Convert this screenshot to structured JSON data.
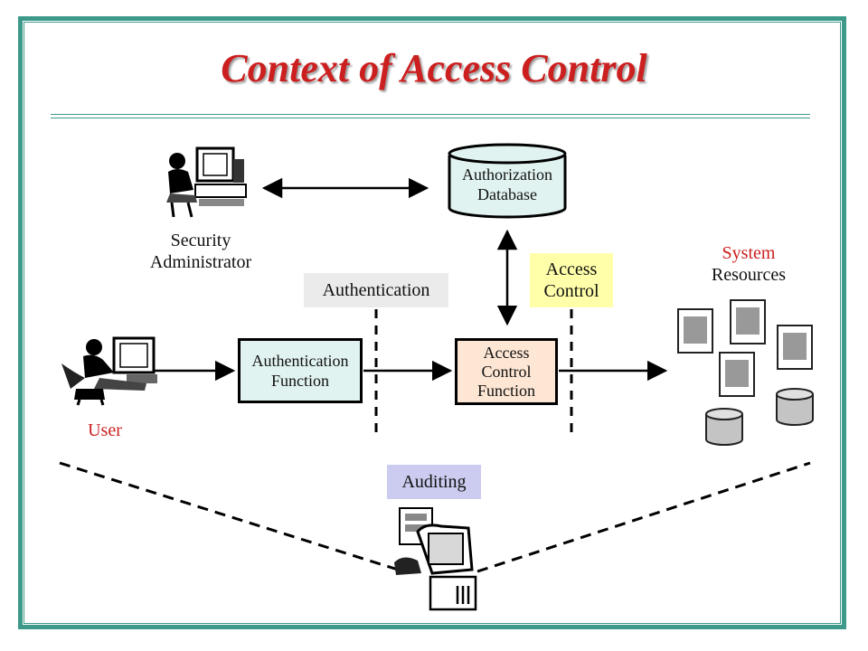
{
  "title": "Context of Access Control",
  "colors": {
    "frame": "#3d9a8b",
    "title": "#cc1f1f",
    "user_label": "#cc1f1f",
    "auth_function_fill": "#e1f3f1",
    "acf_fill": "#fde6d4",
    "access_control_tag": "#ffffaa",
    "authentication_tag": "#ebebeb",
    "auditing_tag": "#ccccf0"
  },
  "nodes": {
    "security_admin": {
      "line1": "Security",
      "line2": "Administrator",
      "icon": "person-at-computer-icon"
    },
    "authorization_db": {
      "line1": "Authorization",
      "line2": "Database",
      "icon": "database-cylinder-icon"
    },
    "user": {
      "label": "User",
      "icon": "person-at-computer-icon"
    },
    "auth_function": {
      "line1": "Authentication",
      "line2": "Function"
    },
    "acf": {
      "line1": "Access",
      "line2": "Control",
      "line3": "Function"
    },
    "system_resources": {
      "line1": "System",
      "line2": "Resources",
      "icons": [
        "document-icon",
        "disk-cylinder-icon"
      ]
    },
    "auditor": {
      "icon": "person-at-computer-icon"
    }
  },
  "tags": {
    "authentication": "Authentication",
    "access_control": {
      "line1": "Access",
      "line2": "Control"
    },
    "auditing": "Auditing"
  }
}
